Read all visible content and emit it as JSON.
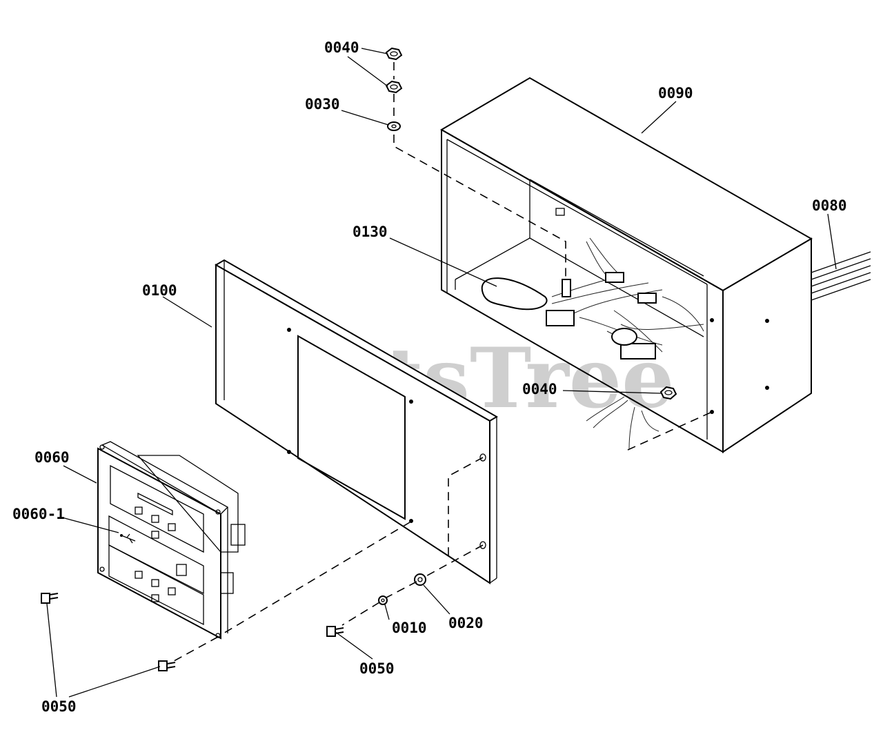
{
  "watermark": "PartsTree",
  "callouts": {
    "c0040_top": "0040",
    "c0030": "0030",
    "c0090": "0090",
    "c0080": "0080",
    "c0130": "0130",
    "c0100": "0100",
    "c0040_mid": "0040",
    "c0060": "0060",
    "c0060_1": "0060-1",
    "c0010": "0010",
    "c0020": "0020",
    "c0050_mid": "0050",
    "c0050_left": "0050"
  }
}
